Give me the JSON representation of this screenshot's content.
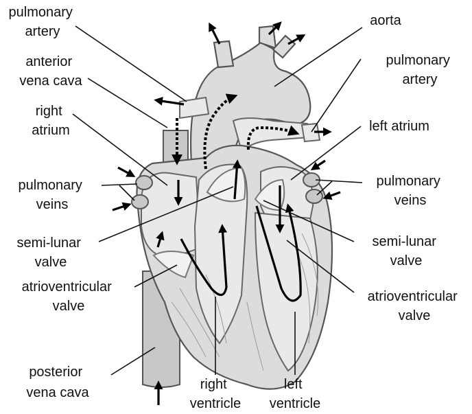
{
  "labels": {
    "pulmonary_artery_left": [
      "pulmonary",
      "artery"
    ],
    "anterior_vena_cava": [
      "anterior",
      "vena cava"
    ],
    "right_atrium": [
      "right",
      "atrium"
    ],
    "pulmonary_veins_left": [
      "pulmonary",
      "veins"
    ],
    "semi_lunar_valve_left": [
      "semi-lunar",
      "valve"
    ],
    "atrioventricular_valve_left": [
      "atrioventricular",
      "valve"
    ],
    "posterior_vena_cava": [
      "posterior",
      "vena cava"
    ],
    "right_ventricle": [
      "right",
      "ventricle"
    ],
    "left_ventricle": [
      "left",
      "ventricle"
    ],
    "aorta": [
      "aorta"
    ],
    "pulmonary_artery_right": [
      "pulmonary",
      "artery"
    ],
    "left_atrium": [
      "left atrium"
    ],
    "pulmonary_veins_right": [
      "pulmonary",
      "veins"
    ],
    "semi_lunar_valve_right": [
      "semi-lunar",
      "valve"
    ],
    "atrioventricular_valve_right": [
      "atrioventricular",
      "valve"
    ]
  },
  "colors": {
    "ink": "#111111",
    "tissue": "#dcdcdc",
    "tissue_light": "#e9e9e9",
    "flow": "#000000"
  }
}
